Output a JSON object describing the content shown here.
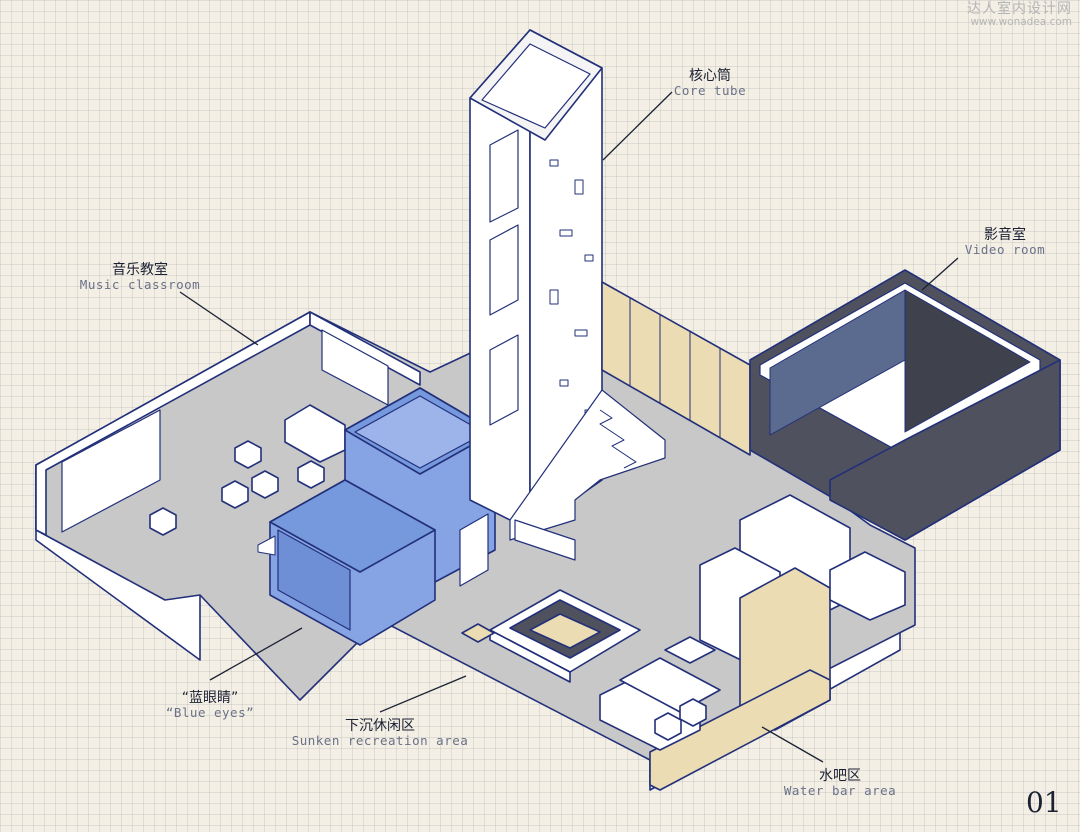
{
  "watermark": {
    "site_name": "达人室内设计网",
    "url": "www.wonadea.com"
  },
  "labels": [
    {
      "id": "core",
      "zh": "核心筒",
      "en": "Core tube"
    },
    {
      "id": "video",
      "zh": "影音室",
      "en": "Video room"
    },
    {
      "id": "music",
      "zh": "音乐教室",
      "en": "Music classroom"
    },
    {
      "id": "blue",
      "zh": "“蓝眼睛”",
      "en": "“Blue eyes”"
    },
    {
      "id": "sunken",
      "zh": "下沉休闲区",
      "en": "Sunken recreation area"
    },
    {
      "id": "water",
      "zh": "水吧区",
      "en": "Water bar area"
    }
  ],
  "page_number": "01",
  "colors": {
    "outline": "#22307a",
    "floor": "#c5c5c5",
    "wall": "#ffffff",
    "blue_volume": "#7f9fe0",
    "timber": "#ecdcb3",
    "video_room": "#4d4f5c"
  }
}
